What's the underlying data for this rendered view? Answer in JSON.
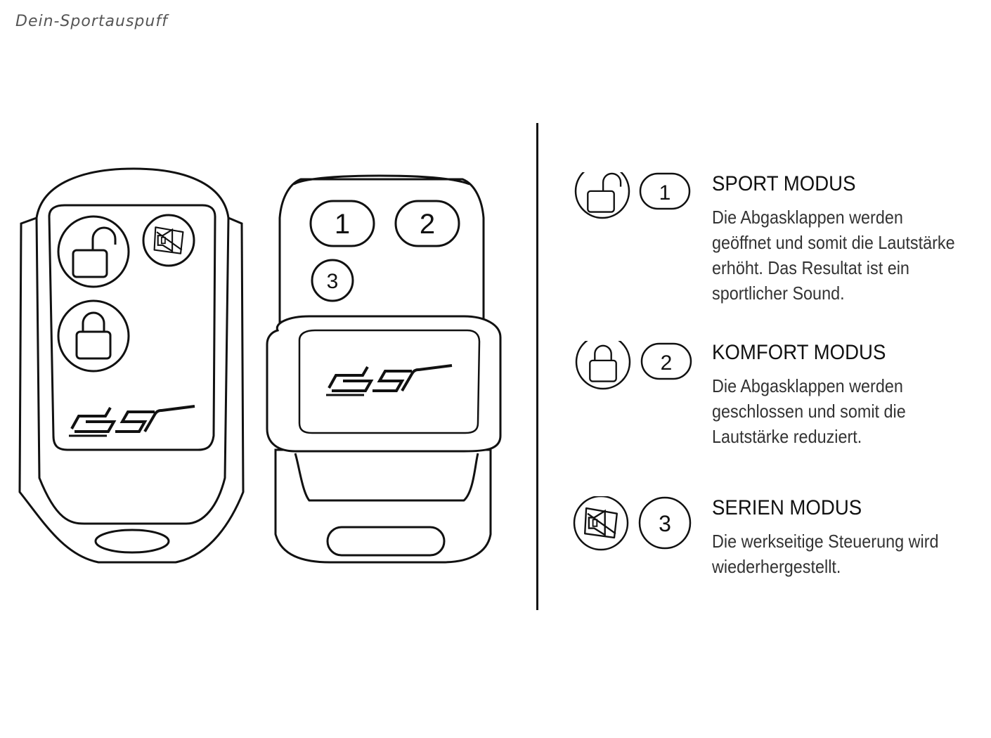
{
  "watermark": "Dein-Sportauspuff",
  "remote_left": {
    "logo_text": "asr",
    "buttons": [
      "open-lock",
      "mute-speaker",
      "closed-lock"
    ]
  },
  "remote_right": {
    "logo_text": "asr",
    "buttons": [
      "1",
      "2",
      "3"
    ]
  },
  "modes": [
    {
      "icon": "open-lock-icon",
      "number": "1",
      "title": "SPORT MODUS",
      "description": "Die Abgasklappen werden geöffnet und somit die Lautstärke erhöht. Das Resultat ist ein sportlicher Sound."
    },
    {
      "icon": "closed-lock-icon",
      "number": "2",
      "title": "KOMFORT MODUS",
      "description": "Die Abgasklappen werden geschlossen und somit die Lautstärke reduziert."
    },
    {
      "icon": "mute-speaker-icon",
      "number": "3",
      "title": "SERIEN MODUS",
      "description": "Die werkseitige Steuerung wird wiederhergestellt."
    }
  ]
}
